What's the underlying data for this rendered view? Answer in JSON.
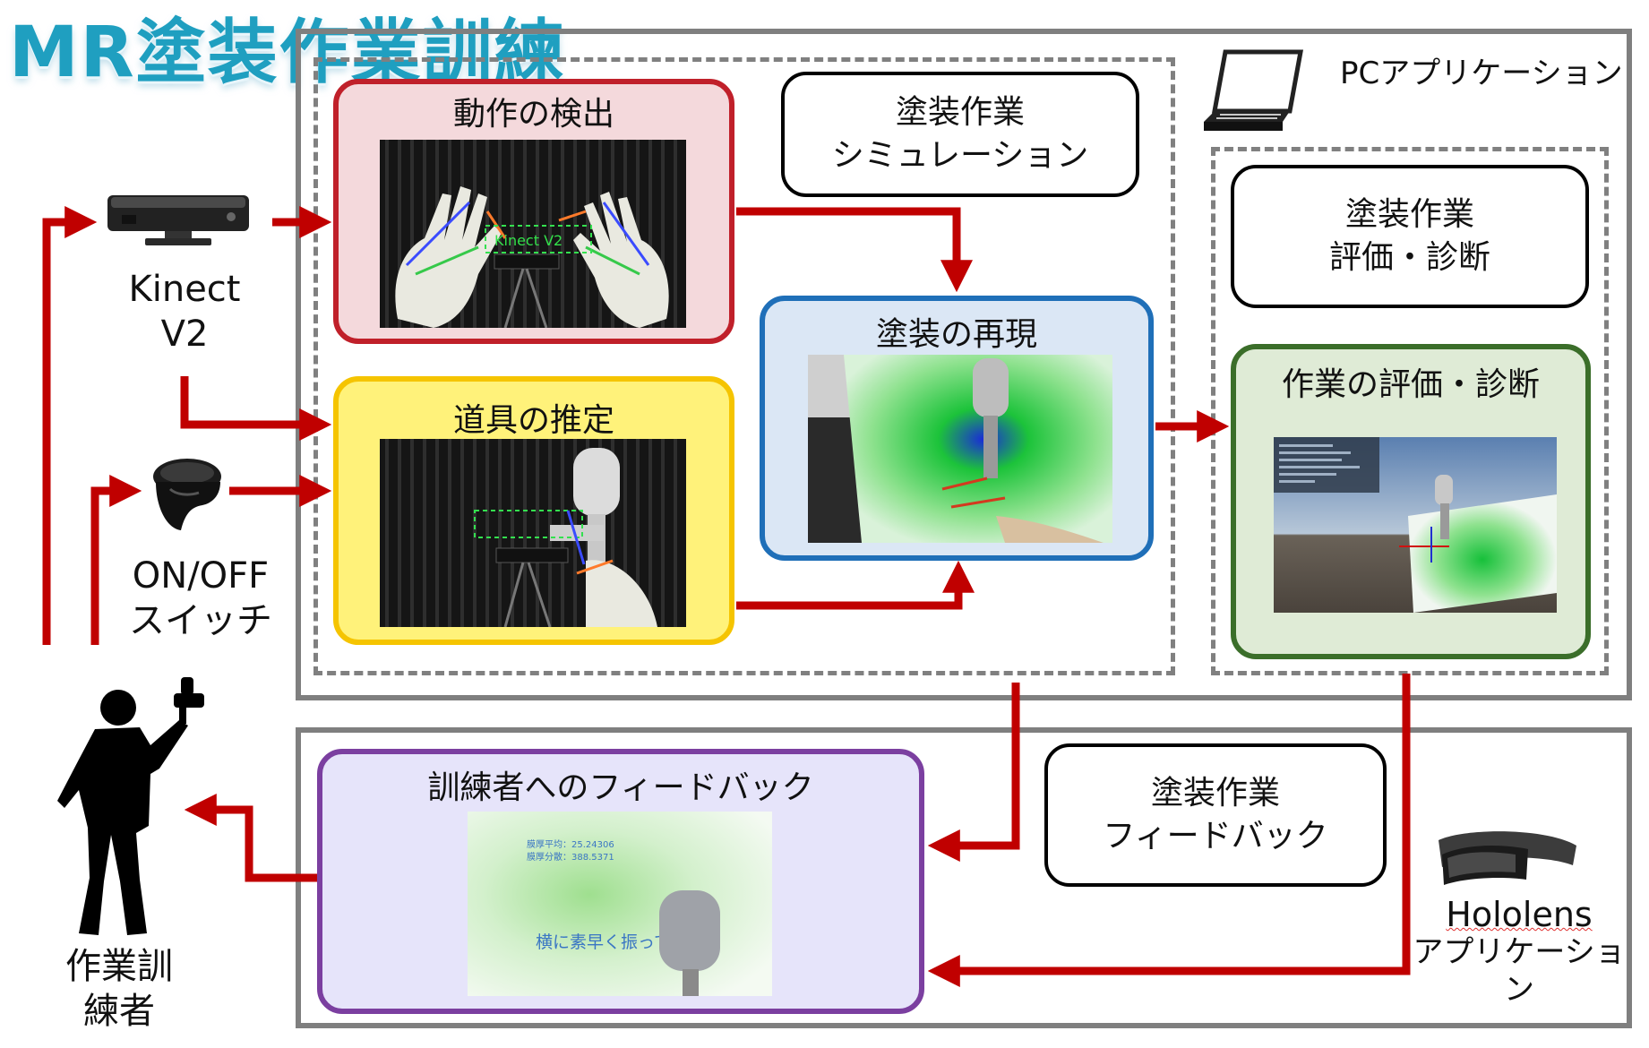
{
  "title": "MR塗装作業訓練",
  "pc_app_label": "PCアプリケーション",
  "hololens_label": [
    "Hololens",
    "アプリケーション"
  ],
  "devices": {
    "kinect": [
      "Kinect",
      "V2"
    ],
    "switch": [
      "ON/OFF",
      "スイッチ"
    ],
    "trainee": [
      "作業訓",
      "練者"
    ]
  },
  "boxes": {
    "motion_detection": "動作の検出",
    "tool_estimation": "道具の推定",
    "paint_simulation": [
      "塗装作業",
      "シミュレーション"
    ],
    "paint_reproduction": "塗装の再現",
    "paint_eval": [
      "塗装作業",
      "評価・診断"
    ],
    "work_eval": "作業の評価・診断",
    "feedback_to_trainee": "訓練者へのフィードバック",
    "paint_feedback": [
      "塗装作業",
      "フィードバック"
    ]
  },
  "screens": {
    "kinect_text": "Kinect V2",
    "feedback_stats": [
      "膜厚平均：25.24306",
      "膜厚分散：388.5371"
    ],
    "feedback_message": "横に素早く振って"
  },
  "colors": {
    "arrow": "#c00000",
    "motion_border": "#c0202a",
    "motion_fill": "#f4d9dc",
    "tool_border": "#f5c400",
    "tool_fill": "#fff27a",
    "repro_border": "#1f6fb8",
    "repro_fill": "#dbe7f5",
    "eval_border": "#3b6e2a",
    "eval_fill": "#dfebd6",
    "feedback_border": "#7b3fa0",
    "feedback_fill": "#e6e4fa"
  }
}
